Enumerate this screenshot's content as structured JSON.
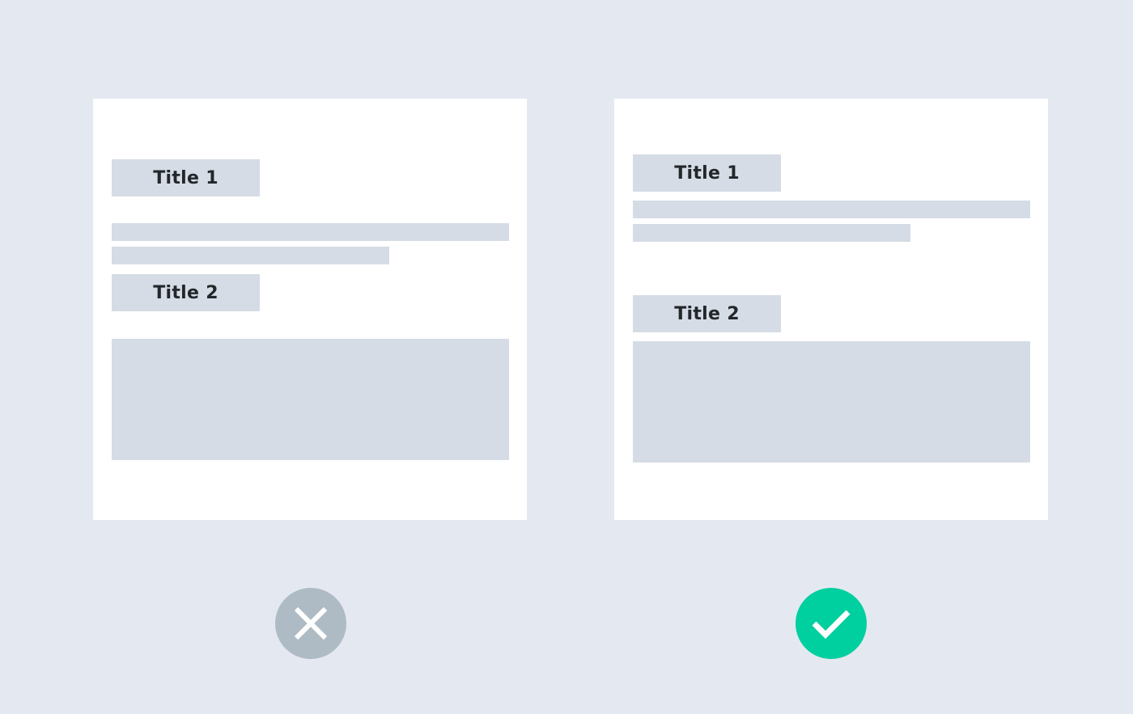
{
  "colors": {
    "background": "#e4e9f1",
    "card": "#ffffff",
    "placeholder": "#d5dce5",
    "title_text": "#23272b",
    "bad_badge": "#aebbc4",
    "good_badge": "#00cf9f",
    "badge_icon": "#ffffff"
  },
  "examples": [
    {
      "verdict": "bad",
      "icon": "close-icon",
      "title_1": "Title 1",
      "title_2": "Title 2"
    },
    {
      "verdict": "good",
      "icon": "check-icon",
      "title_1": "Title 1",
      "title_2": "Title 2"
    }
  ]
}
